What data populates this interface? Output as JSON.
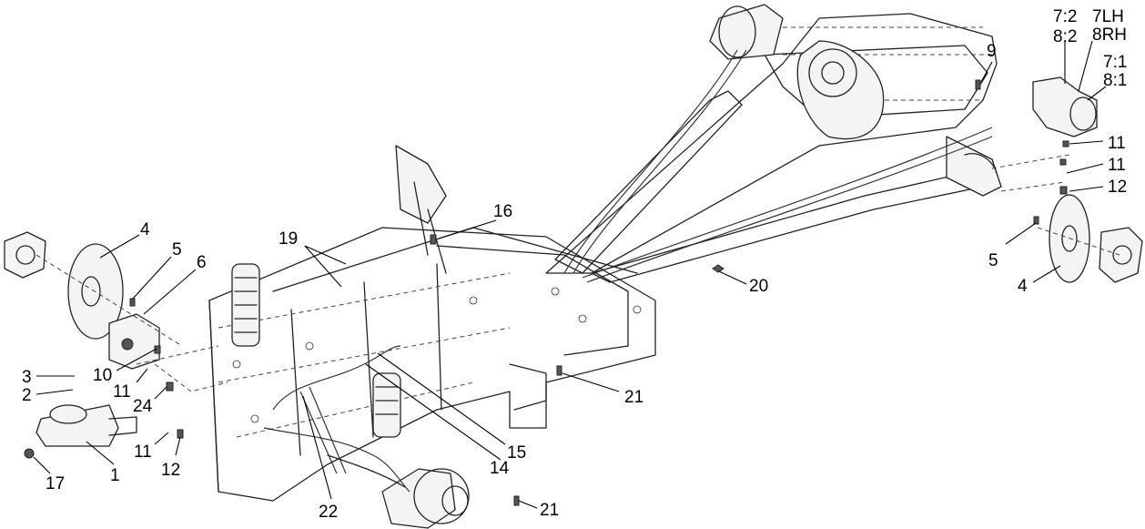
{
  "callouts": [
    {
      "id": "4-left",
      "text": "4"
    },
    {
      "id": "5-left",
      "text": "5"
    },
    {
      "id": "6",
      "text": "6"
    },
    {
      "id": "3",
      "text": "3"
    },
    {
      "id": "2",
      "text": "2"
    },
    {
      "id": "10",
      "text": "10"
    },
    {
      "id": "11-a",
      "text": "11"
    },
    {
      "id": "24",
      "text": "24"
    },
    {
      "id": "11-b",
      "text": "11"
    },
    {
      "id": "12-left",
      "text": "12"
    },
    {
      "id": "1",
      "text": "1"
    },
    {
      "id": "17",
      "text": "17"
    },
    {
      "id": "19",
      "text": "19"
    },
    {
      "id": "16",
      "text": "16"
    },
    {
      "id": "15",
      "text": "15"
    },
    {
      "id": "14",
      "text": "14"
    },
    {
      "id": "22",
      "text": "22"
    },
    {
      "id": "21-mid",
      "text": "21"
    },
    {
      "id": "21-bottom",
      "text": "21"
    },
    {
      "id": "20",
      "text": "20"
    },
    {
      "id": "9",
      "text": "9"
    },
    {
      "id": "7-2",
      "text": "7:2"
    },
    {
      "id": "8-2",
      "text": "8:2"
    },
    {
      "id": "7LH",
      "text": "7LH"
    },
    {
      "id": "8RH",
      "text": "8RH"
    },
    {
      "id": "7-1",
      "text": "7:1"
    },
    {
      "id": "8-1",
      "text": "8:1"
    },
    {
      "id": "11-right-a",
      "text": "11"
    },
    {
      "id": "11-right-b",
      "text": "11"
    },
    {
      "id": "12-right",
      "text": "12"
    },
    {
      "id": "5-right",
      "text": "5"
    },
    {
      "id": "4-right",
      "text": "4"
    }
  ]
}
